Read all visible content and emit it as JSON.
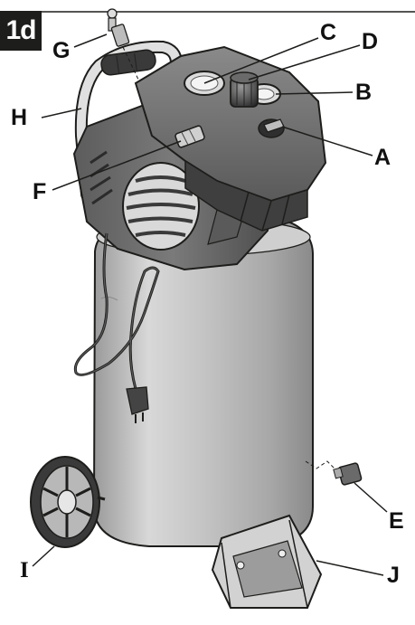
{
  "figure": {
    "badge": "1d",
    "labels": {
      "A": "A",
      "B": "B",
      "C": "C",
      "D": "D",
      "E": "E",
      "F": "F",
      "G": "G",
      "H": "H",
      "I": "I",
      "J": "J"
    }
  },
  "colors": {
    "metal_light": "#e4e4e4",
    "metal_mid": "#b8b8b8",
    "metal_dark": "#6f6f6f",
    "plastic_dark": "#4a4a4a",
    "outline": "#1d1d1b",
    "badge_bg": "#1d1d1b"
  }
}
